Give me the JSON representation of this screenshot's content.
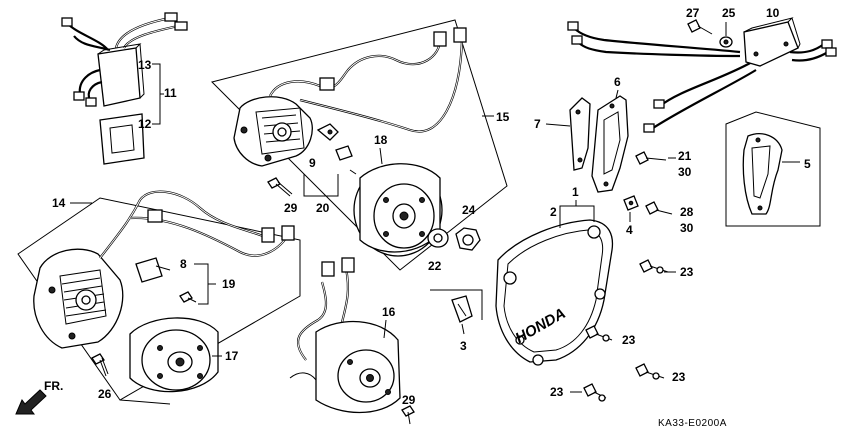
{
  "labels": {
    "l1": "1",
    "l2": "2",
    "l3": "3",
    "l4": "4",
    "l5": "5",
    "l6": "6",
    "l7": "7",
    "l8": "8",
    "l9": "9",
    "l10": "10",
    "l11": "11",
    "l12": "12",
    "l13": "13",
    "l14": "14",
    "l15": "15",
    "l16": "16",
    "l17": "17",
    "l18": "18",
    "l19": "19",
    "l20": "20",
    "l21": "21",
    "l22": "22",
    "l23a": "23",
    "l23b": "23",
    "l23c": "23",
    "l23d": "23",
    "l24": "24",
    "l25": "25",
    "l26": "26",
    "l27": "27",
    "l28": "28",
    "l29a": "29",
    "l29b": "29",
    "l30a": "30",
    "l30b": "30"
  },
  "brand": "HONDA",
  "direction": "FR.",
  "diagram_code": "KA33-E0200A",
  "icons": {
    "front_arrow": "arrow-down-left-icon"
  }
}
